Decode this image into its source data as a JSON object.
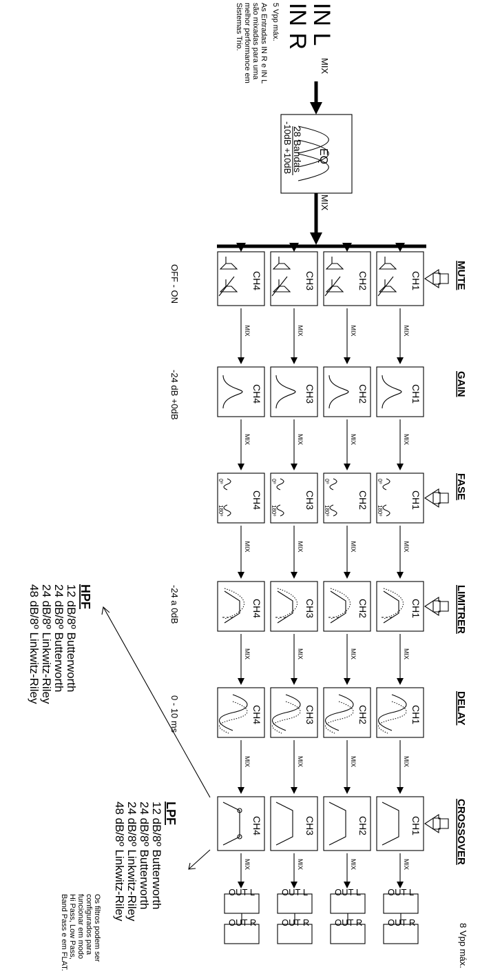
{
  "inputs": {
    "in_l": "IN L",
    "in_r": "IN R",
    "mix_label": "MIX",
    "max_level": "5 Vpp máx.",
    "note_lines": [
      "As Entradas IN R e IN L",
      "são mixadas para uma",
      "melhor performance em",
      "Sistemas Trio."
    ]
  },
  "eq": {
    "title": "EQ",
    "bands": "28 Bandas",
    "range": "-10dB  +10dB",
    "mix_label": "MIX"
  },
  "channels": [
    "CH1",
    "CH2",
    "CH3",
    "CH4"
  ],
  "stages": {
    "mute": {
      "label": "MUTE",
      "range": "OFF - ON"
    },
    "gain": {
      "label": "GAIN",
      "range": "-24 dB  +0dB"
    },
    "fase": {
      "label": "FASE",
      "deg0": "0º",
      "deg180": "180º"
    },
    "limiter": {
      "label": "LIMITRER",
      "range": "-24 a 0dB"
    },
    "delay": {
      "label": "DELAY",
      "range": "0 - 10 ms"
    },
    "crossover": {
      "label": "CROSSOVER"
    }
  },
  "mix_small": "MIX",
  "outputs": {
    "labels": [
      "OUT L",
      "OUT R",
      "OUT L",
      "OUT R",
      "OUT L",
      "OUT R",
      "OUT L",
      "OUT R"
    ],
    "max_level": "8 Vpp máx.",
    "note_lines": [
      "Os filtros podem ser",
      "configurados para",
      "funcionar em modo",
      "Hi Pass, Low Pass,",
      "Band Pass e em FLAT."
    ]
  },
  "hpf": {
    "title": "HPF",
    "items": [
      "12 dB/8º Butterworth",
      "24 dB/8º Butterworth",
      "24 dB/8º Linkwitz-Riley",
      "48 dB/8º Linkwitz-Riley"
    ]
  },
  "lpf": {
    "title": "LPF",
    "items": [
      "12 dB/8º Butterworth",
      "24 dB/8º Butterworth",
      "24 dB/8º Linkwitz-Riley",
      "48 dB/8º Linkwitz-Riley"
    ]
  }
}
